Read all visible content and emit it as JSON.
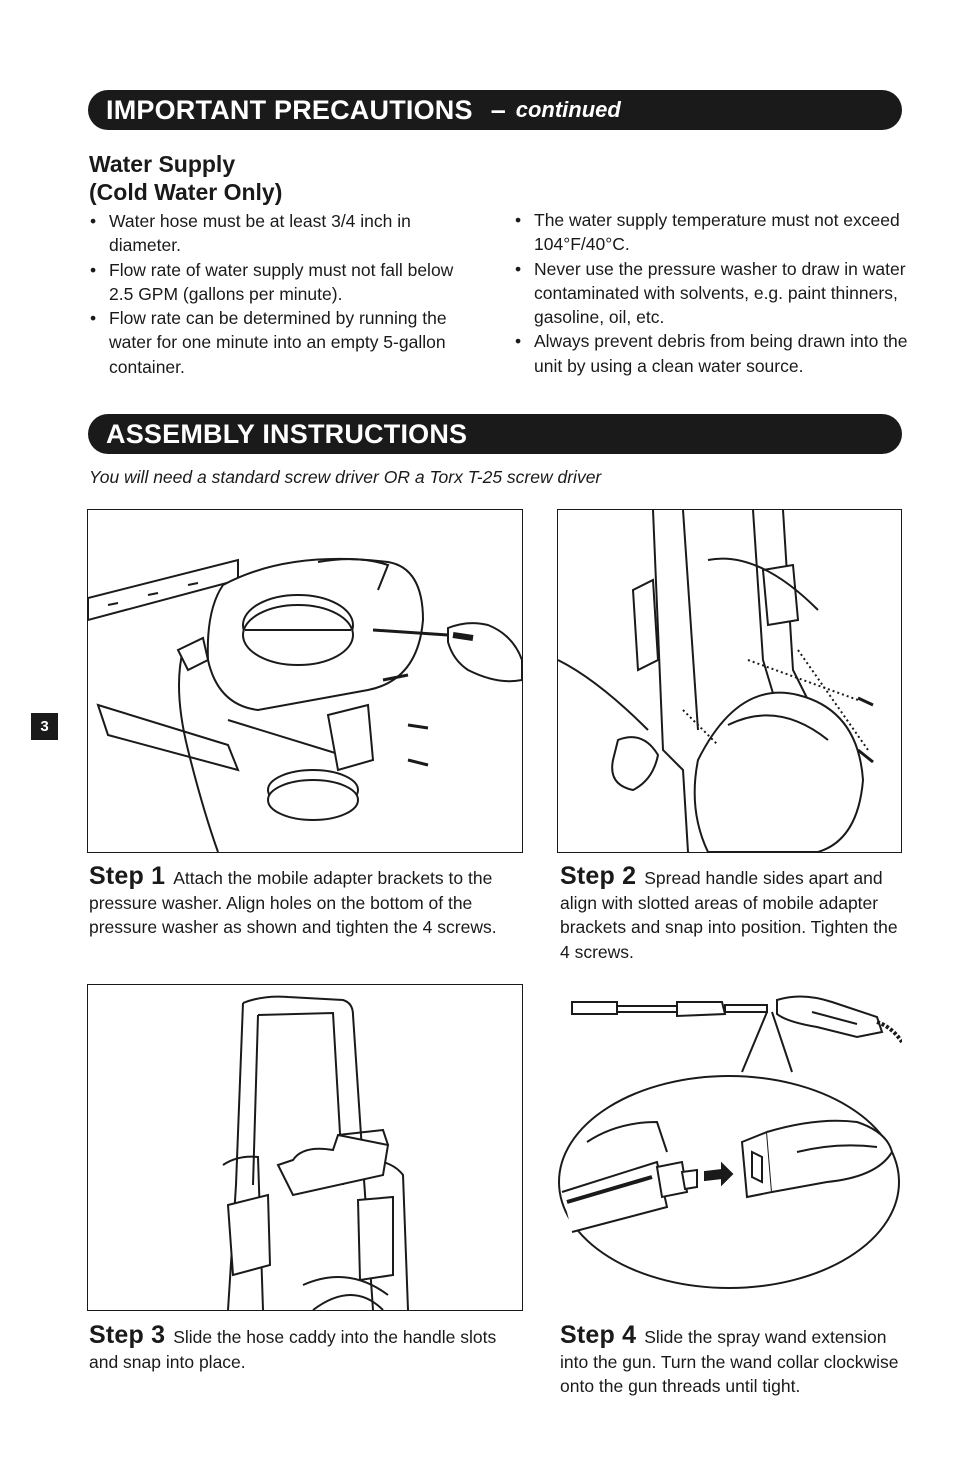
{
  "precautions": {
    "banner_title": "IMPORTANT PRECAUTIONS",
    "banner_dash": "–",
    "banner_continued": "continued",
    "water_supply_title_line1": "Water Supply",
    "water_supply_title_line2": "(Cold Water Only)",
    "left_bullets": [
      "Water hose must be at least 3/4 inch in diameter.",
      "Flow rate of water supply must not fall below 2.5 GPM (gallons per minute).",
      "Flow rate can be determined by running the water for one minute into an empty 5-gallon container."
    ],
    "right_bullets": [
      "The water supply temperature must not exceed 104°F/40°C.",
      "Never use the pressure washer to draw in water contaminated with solvents, e.g. paint thinners, gasoline, oil, etc.",
      "Always prevent debris from being drawn into the unit by using a clean water source."
    ]
  },
  "assembly": {
    "banner_title": "ASSEMBLY INSTRUCTIONS",
    "intro": "You will need a standard screw driver OR a Torx T-25 screw driver",
    "steps": [
      {
        "label": "Step 1",
        "text": "Attach the mobile adapter brackets to the pressure washer. Align holes on the bottom of the pressure washer as shown and tighten the 4 screws."
      },
      {
        "label": "Step 2",
        "text": "Spread handle sides apart and align with slotted areas of mobile adapter brackets and snap into position. Tighten the 4 screws."
      },
      {
        "label": "Step 3",
        "text": "Slide the hose caddy into the handle slots and snap into place."
      },
      {
        "label": "Step 4",
        "text": "Slide the spray wand extension into the gun. Turn the wand collar clockwise onto the gun threads until tight."
      }
    ]
  },
  "page_number": "3"
}
